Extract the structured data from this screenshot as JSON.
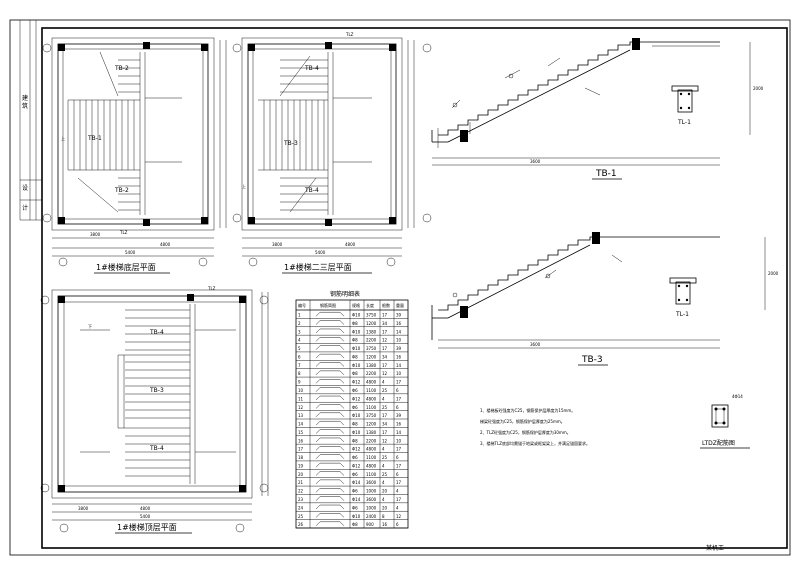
{
  "sheet": {
    "title_block_chars": [
      "建",
      "筑",
      "设",
      "计"
    ],
    "corner_mark": "某机工"
  },
  "plans": {
    "plan1": {
      "title": "1#楼梯底层平面",
      "labels": [
        "TB-2",
        "TB-1",
        "TB-2"
      ],
      "arrow": "上",
      "beam": "TLZ",
      "dims": [
        "3800",
        "4800",
        "5400"
      ]
    },
    "plan2": {
      "title": "1#楼梯二三层平面",
      "labels": [
        "TB-4",
        "TB-3",
        "TB-4"
      ],
      "arrow": "上",
      "beam": "TLZ",
      "dims": [
        "3800",
        "4800",
        "5400"
      ]
    },
    "plan3": {
      "title": "1#楼梯顶层平面",
      "labels": [
        "TB-4",
        "TB-3",
        "TB-4"
      ],
      "arrow": "下",
      "beam": "TLZ",
      "dims": [
        "3800",
        "4800",
        "5400"
      ]
    }
  },
  "sections": {
    "tb1": {
      "title": "TB-1",
      "detail": "TL-1",
      "dims": [
        "3600",
        "2000"
      ]
    },
    "tb3": {
      "title": "TB-3",
      "detail": "TL-1",
      "dims": [
        "3600",
        "2000"
      ]
    }
  },
  "rebar_table": {
    "title": "钢筋明细表",
    "headers": [
      "编号",
      "钢筋简图",
      "规格",
      "长度",
      "根数",
      "重量"
    ],
    "rows": [
      [
        "1",
        "",
        "Φ10",
        "3750",
        "17",
        "39"
      ],
      [
        "2",
        "",
        "Φ8",
        "1200",
        "34",
        "16"
      ],
      [
        "3",
        "",
        "Φ10",
        "1380",
        "17",
        "14"
      ],
      [
        "4",
        "",
        "Φ8",
        "2200",
        "12",
        "10"
      ],
      [
        "5",
        "",
        "Φ10",
        "3750",
        "17",
        "39"
      ],
      [
        "6",
        "",
        "Φ8",
        "1200",
        "34",
        "16"
      ],
      [
        "7",
        "",
        "Φ10",
        "1380",
        "17",
        "14"
      ],
      [
        "8",
        "",
        "Φ8",
        "2200",
        "12",
        "10"
      ],
      [
        "9",
        "",
        "Φ12",
        "4800",
        "4",
        "17"
      ],
      [
        "10",
        "",
        "Φ6",
        "1100",
        "25",
        "6"
      ],
      [
        "11",
        "",
        "Φ12",
        "4800",
        "4",
        "17"
      ],
      [
        "12",
        "",
        "Φ6",
        "1100",
        "25",
        "6"
      ],
      [
        "13",
        "",
        "Φ10",
        "3750",
        "17",
        "39"
      ],
      [
        "14",
        "",
        "Φ8",
        "1200",
        "34",
        "16"
      ],
      [
        "15",
        "",
        "Φ10",
        "1380",
        "17",
        "14"
      ],
      [
        "16",
        "",
        "Φ8",
        "2200",
        "12",
        "10"
      ],
      [
        "17",
        "",
        "Φ12",
        "4800",
        "4",
        "17"
      ],
      [
        "18",
        "",
        "Φ6",
        "1100",
        "25",
        "6"
      ],
      [
        "19",
        "",
        "Φ12",
        "4800",
        "4",
        "17"
      ],
      [
        "20",
        "",
        "Φ6",
        "1100",
        "25",
        "6"
      ],
      [
        "21",
        "",
        "Φ14",
        "3600",
        "4",
        "17"
      ],
      [
        "22",
        "",
        "Φ6",
        "1000",
        "20",
        "4"
      ],
      [
        "23",
        "",
        "Φ14",
        "3600",
        "4",
        "17"
      ],
      [
        "24",
        "",
        "Φ6",
        "1000",
        "20",
        "4"
      ],
      [
        "25",
        "",
        "Φ10",
        "2400",
        "8",
        "12"
      ],
      [
        "26",
        "",
        "Φ8",
        "900",
        "16",
        "6"
      ]
    ]
  },
  "notes": [
    "1、楼梯板砼强度为C25，钢筋保护层厚度为15mm。",
    "   梯梁砼强度为C25，钢筋保护层厚度为25mm。",
    "2、TLZ砼强度为C25，钢筋保护层厚度为30mm。",
    "3、楼梯TLZ底部均需锚于地梁或框架梁上，并满足锚固要求。"
  ],
  "ltdz": {
    "title": "LTDZ配筋图",
    "spec": "4Φ14"
  }
}
